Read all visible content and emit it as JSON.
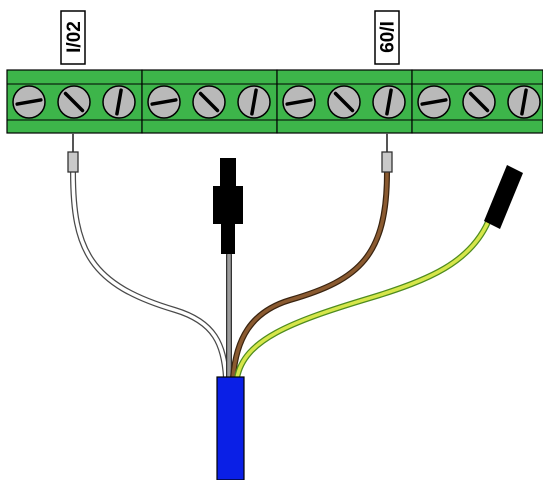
{
  "labels": {
    "left": "I/02",
    "right": "I/09"
  },
  "colors": {
    "terminal_green": "#3db54a",
    "screw_gray": "#b9b9b9",
    "cable_blue": "#0a1fe6",
    "wire_white": "#ffffff",
    "wire_gray": "#9c9c9c",
    "wire_brown": "#7a4f2a",
    "wire_green_yellow": "#8ccf3a",
    "plug_black": "#000000"
  },
  "terminal_blocks": [
    {
      "screws": [
        "left",
        "diag",
        "vert"
      ]
    },
    {
      "screws": [
        "left",
        "diag",
        "vert"
      ]
    },
    {
      "screws": [
        "left",
        "diag",
        "vert"
      ]
    },
    {
      "screws": [
        "left",
        "diag",
        "vert"
      ]
    }
  ]
}
